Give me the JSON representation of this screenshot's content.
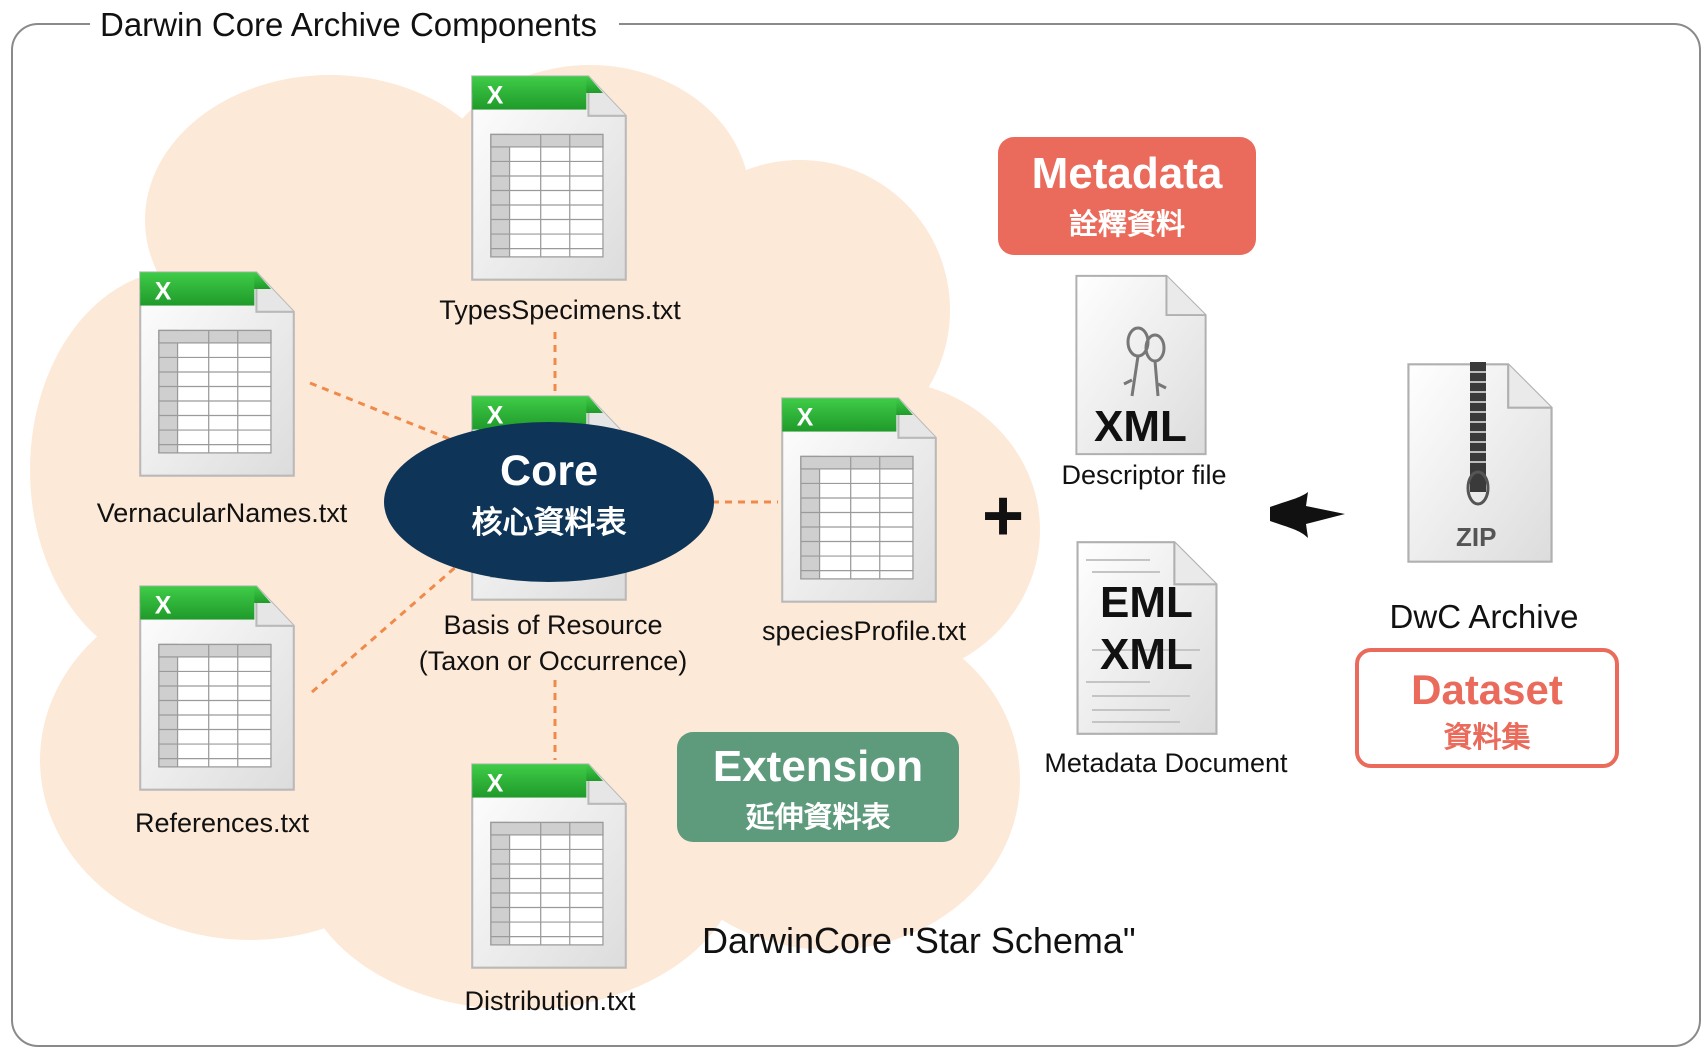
{
  "title": "Darwin Core Archive Components",
  "files": {
    "types_specimens": "TypesSpecimens.txt",
    "vernacular_names": "VernacularNames.txt",
    "references": "References.txt",
    "core_file": "Basis of Resource",
    "core_file_sub": "(Taxon or Occurrence)",
    "species_profile": "speciesProfile.txt",
    "distribution": "Distribution.txt"
  },
  "core": {
    "label": "Core",
    "sublabel": "核心資料表",
    "color": "#0e3558"
  },
  "extension": {
    "label": "Extension",
    "sublabel": "延伸資料表",
    "color": "#5e9b7c"
  },
  "metadata": {
    "label": "Metadata",
    "sublabel": "詮釋資料",
    "color": "#ea6b5b"
  },
  "descriptor": {
    "icon_text": "XML",
    "label": "Descriptor file"
  },
  "metadata_document": {
    "icon_text_1": "EML",
    "icon_text_2": "XML",
    "label": "Metadata Document"
  },
  "archive": {
    "icon_text": "ZIP",
    "label": "DwC Archive"
  },
  "dataset": {
    "label": "Dataset",
    "sublabel": "資料集",
    "color": "#ea6b5b"
  },
  "plus_symbol": "+",
  "schema_caption": "DarwinCore \"Star Schema\"",
  "colors": {
    "cloud": "#fde9d7",
    "connector": "#f08a4b",
    "sheet_tab": "#2fb33a"
  }
}
